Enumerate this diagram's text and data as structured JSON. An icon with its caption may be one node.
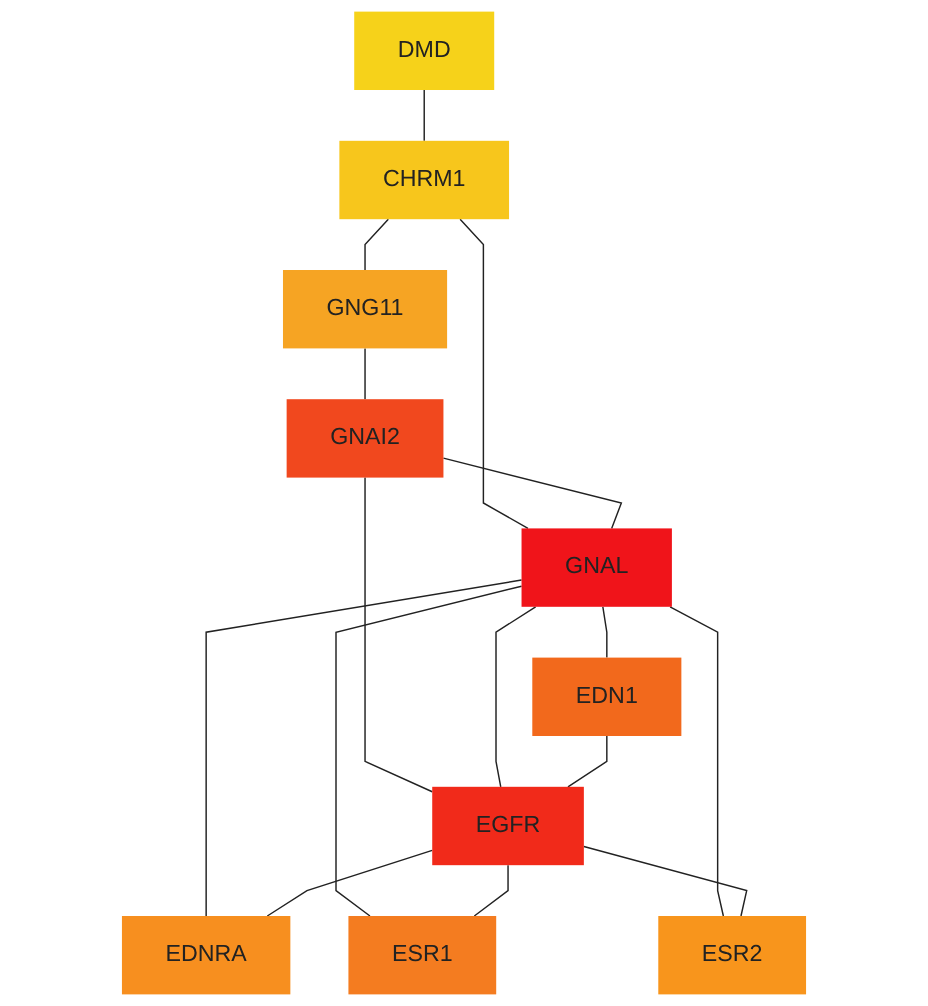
{
  "diagram": {
    "nodes": [
      {
        "text": [
          "DMD"
        ]
      },
      {
        "text": [
          "CHRM1"
        ]
      },
      {
        "text": [
          "GNG11"
        ]
      },
      {
        "text": [
          "EDN1"
        ]
      },
      {
        "text": [
          "GNAI2"
        ]
      },
      {
        "text": [
          "GNAL"
        ]
      },
      {
        "text": [
          "EGFR"
        ]
      },
      {
        "text": [
          "EDNRA"
        ]
      },
      {
        "text": [
          "ESR1"
        ]
      },
      {
        "text": [
          "ESR2"
        ]
      }
    ],
    "edges": [
      {
        "from": 0,
        "to": 1,
        "arrow": "none"
      },
      {
        "from": 1,
        "to": 2,
        "arrow": "none"
      },
      {
        "from": 1,
        "to": 5,
        "arrow": "none"
      },
      {
        "from": 2,
        "to": 4,
        "arrow": "none"
      },
      {
        "from": 4,
        "to": 5,
        "arrow": "none"
      },
      {
        "from": 4,
        "to": 6,
        "arrow": "none"
      },
      {
        "from": 5,
        "to": 3,
        "arrow": "none"
      },
      {
        "from": 5,
        "to": 6,
        "arrow": "none"
      },
      {
        "from": 5,
        "to": 7,
        "arrow": "none"
      },
      {
        "from": 5,
        "to": 8,
        "arrow": "none"
      },
      {
        "from": 5,
        "to": 9,
        "arrow": "none"
      },
      {
        "from": 3,
        "to": 6,
        "arrow": "none"
      },
      {
        "from": 6,
        "to": 7,
        "arrow": "none"
      },
      {
        "from": 6,
        "to": 8,
        "arrow": "none"
      },
      {
        "from": 6,
        "to": 9,
        "arrow": "none"
      }
    ]
  }
}
